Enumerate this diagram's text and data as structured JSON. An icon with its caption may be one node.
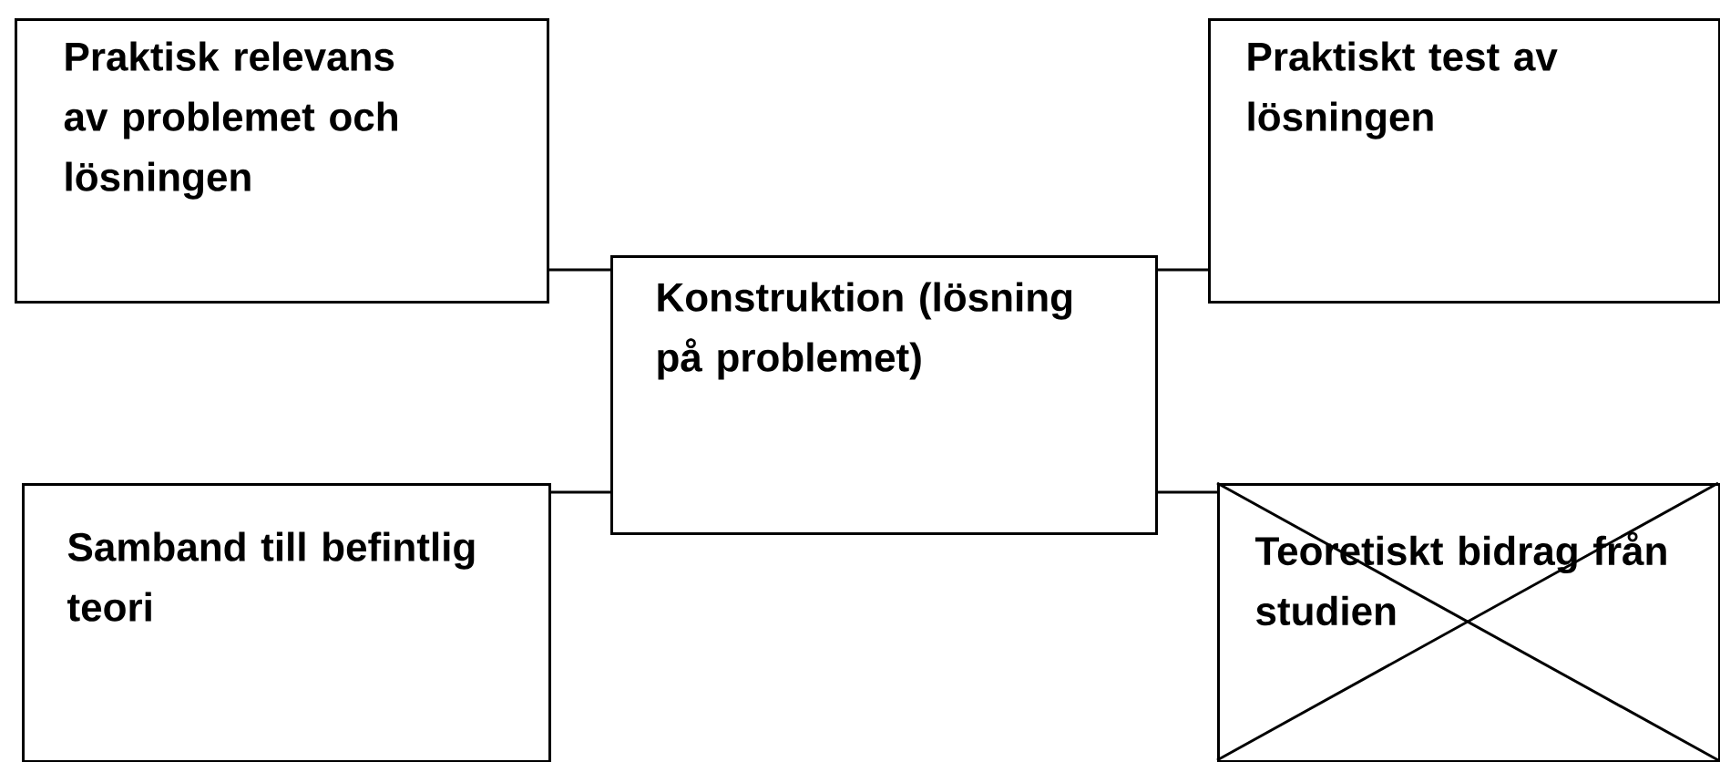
{
  "diagram": {
    "nodes": [
      {
        "text": [
          "Praktisk relevans av problemet och lösningen"
        ]
      },
      {
        "text": [
          "Praktiskt test av lösningen"
        ]
      },
      {
        "text": [
          "Konstruktion (lösning på problemet)"
        ]
      },
      {
        "text": [
          "Samband till befintlig teori"
        ]
      },
      {
        "text": [
          "Teoretiskt bidrag från studien"
        ]
      }
    ],
    "edges": [
      {
        "from": 0,
        "to": 2,
        "arrow": "none"
      },
      {
        "from": 1,
        "to": 2,
        "arrow": "none"
      },
      {
        "from": 3,
        "to": 2,
        "arrow": "none"
      },
      {
        "from": 4,
        "to": 2,
        "arrow": "none"
      }
    ]
  }
}
